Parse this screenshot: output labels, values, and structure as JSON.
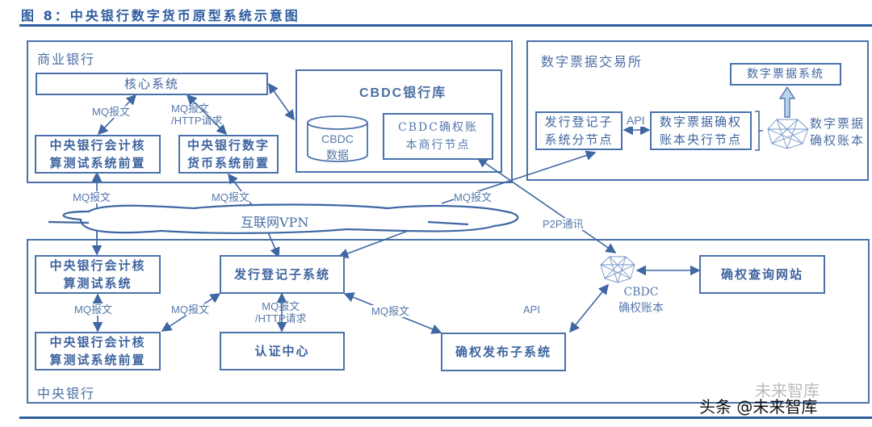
{
  "figure": {
    "title": "图 8：中央银行数字货币原型系统示意图"
  },
  "regions": {
    "commercial_bank": "商业银行",
    "cbdc_bank_vault": "CBDC银行库",
    "digital_bill_exchange": "数字票据交易所",
    "central_bank": "中央银行"
  },
  "nodes": {
    "core_system": "核心系统",
    "cb_accounting_front_top": "中央银行会计核\n算测试系统前置",
    "cb_digital_currency_front": "中央银行数字\n货币系统前置",
    "cbdc_data": "CBDC\n数据",
    "cbdc_ledger_commercial_node": "CBDC确权账\n本商行节点",
    "issuance_registration_subnode": "发行登记子\n系统分节点",
    "bill_ledger_cb_node": "数字票据确权\n账本央行节点",
    "digital_bill_system": "数字票据系统",
    "digital_bill_ledger": "数字票据\n确权账本",
    "internet_vpn": "互联网VPN",
    "cb_accounting_system": "中央银行会计核\n算测试系统",
    "issuance_registration_subsystem": "发行登记子系统",
    "cb_accounting_front_bottom": "中央银行会计核\n算测试系统前置",
    "auth_center": "认证中心",
    "ledger_publish_subsystem": "确权发布子系统",
    "cbdc_ledger": "CBDC\n确权账本",
    "ledger_query_site": "确权查询网站"
  },
  "edge_labels": {
    "mq": "MQ报文",
    "mq_http": "MQ报文\n/HTTP请求",
    "api": "API",
    "p2p": "P2P通讯"
  },
  "watermark": {
    "line1": "未来智库",
    "line2": "头条 @未来智库"
  }
}
